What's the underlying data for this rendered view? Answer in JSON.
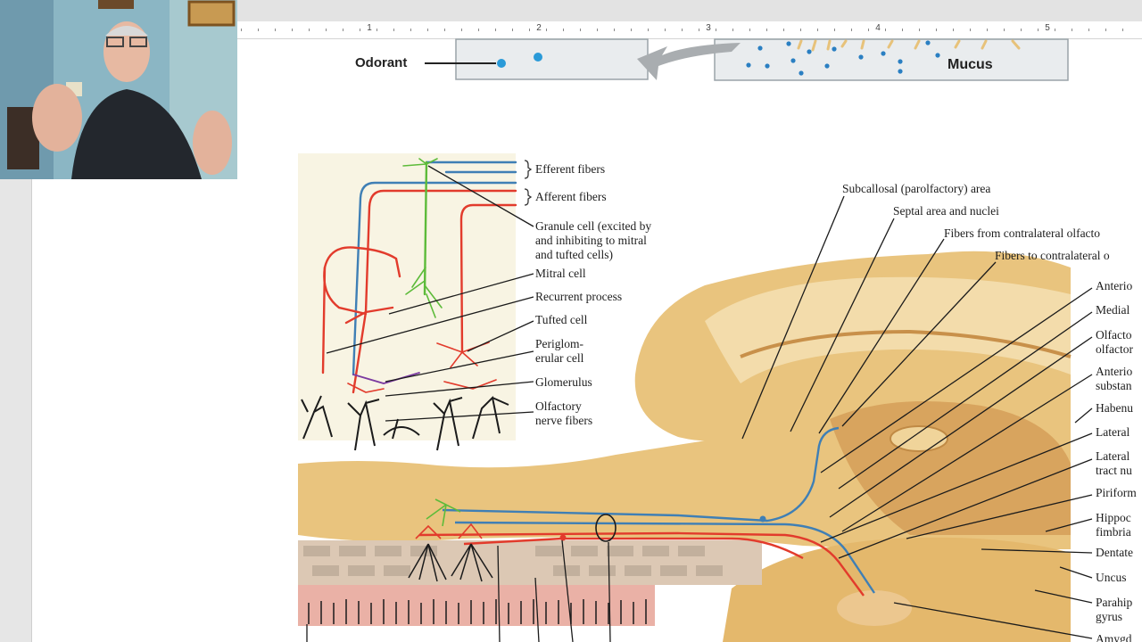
{
  "ruler": {
    "numbers": [
      "1",
      "2",
      "3",
      "4",
      "5"
    ]
  },
  "top_figure": {
    "odorant_label": "Odorant",
    "mucus_label": "Mucus"
  },
  "bulb_labels": {
    "efferent": "Efferent fibers",
    "afferent": "Afferent fibers",
    "granule_1": "Granule cell (excited by",
    "granule_2": "and inhibiting to mitral",
    "granule_3": "and tufted cells)",
    "mitral": "Mitral cell",
    "recurrent": "Recurrent process",
    "tufted": "Tufted cell",
    "periglom_1": "Periglom-",
    "periglom_2": "erular cell",
    "glomerulus": "Glomerulus",
    "olfactory_1": "Olfactory",
    "olfactory_2": "nerve fibers"
  },
  "brain_labels": {
    "subcallosal": "Subcallosal (parolfactory) area",
    "septal": "Septal area and nuclei",
    "fibers_from": "Fibers from contralateral olfacto",
    "fibers_to": "Fibers to contralateral o",
    "anterior": "Anterio",
    "medial": "Medial",
    "olfacto_1": "Olfacto",
    "olfacto_2": "olfactor",
    "anterio_1": "Anterio",
    "anterio_2": "substan",
    "habenu": "Habenu",
    "lateral_a": "Lateral",
    "lateral_b1": "Lateral",
    "lateral_b2": "tract nu",
    "piriform": "Piriform",
    "hippoc_1": "Hippoc",
    "hippoc_2": "fimbria",
    "dentate": "Dentate",
    "uncus": "Uncus",
    "parahip_1": "Parahip",
    "parahip_2": "gyrus",
    "amygd": "Amygd"
  },
  "colors": {
    "efferent_blue": "#3f7fb5",
    "afferent_red": "#e23b2c",
    "granule_green": "#5dbb3a",
    "tissue_tan": "#e8c07a"
  }
}
